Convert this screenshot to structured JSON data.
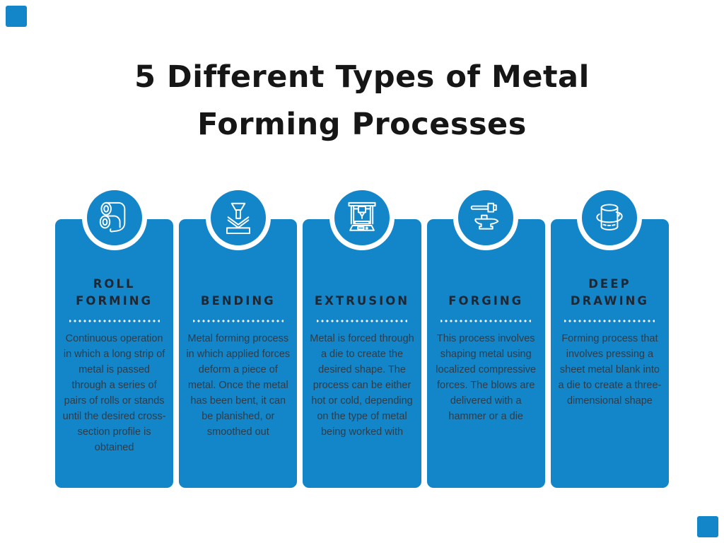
{
  "page": {
    "title_line1": "5 Different Types of Metal",
    "title_line2": "Forming Processes"
  },
  "colors": {
    "accent_blue": "#1386C9",
    "main_title_text": "#161616",
    "card_title_text": "#1E2835",
    "card_body_text": "#2E3C49",
    "icon_stroke": "#FFFFFF",
    "background": "#FFFFFF"
  },
  "cards": [
    {
      "title": "ROLL FORMING",
      "icon": "roll-forming-icon",
      "description": "Continuous operation in which a long strip of metal is passed through a series of pairs of rolls or stands until the desired cross-section profile is obtained"
    },
    {
      "title": "BENDING",
      "icon": "bending-icon",
      "description": "Metal forming process in which applied forces deform a piece of metal. Once the metal has been bent, it can be planished, or smoothed out"
    },
    {
      "title": "EXTRUSION",
      "icon": "extrusion-icon",
      "description": "Metal is forced through a die to create the desired shape. The process can be either hot or cold, depending on the type of metal being worked with"
    },
    {
      "title": "FORGING",
      "icon": "forging-icon",
      "description": "This process involves shaping metal using localized compressive forces. The blows are delivered with a hammer or a die"
    },
    {
      "title": "DEEP DRAWING",
      "icon": "deep-drawing-icon",
      "description": "Forming process that involves pressing a sheet metal blank into a die to create a three-dimensional shape"
    }
  ]
}
